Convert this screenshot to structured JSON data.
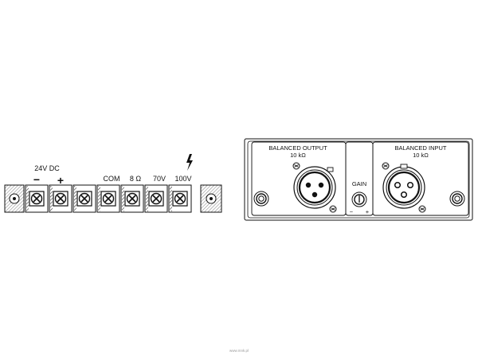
{
  "terminal_strip": {
    "supply_label": "24V DC",
    "minus_sign": "−",
    "plus_sign": "+",
    "com_label": "COM",
    "ohm_label": "8 Ω",
    "v70_label": "70V",
    "v100_label": "100V",
    "high_voltage_symbol": "lightning-bolt-icon"
  },
  "panel": {
    "balanced_output": {
      "title": "BALANCED OUTPUT",
      "impedance": "10 kΩ"
    },
    "gain": {
      "label": "GAIN",
      "minus": "−",
      "plus": "+"
    },
    "balanced_input": {
      "title": "BALANCED INPUT",
      "impedance": "10 kΩ"
    }
  },
  "watermark": "www.mnk.pl"
}
